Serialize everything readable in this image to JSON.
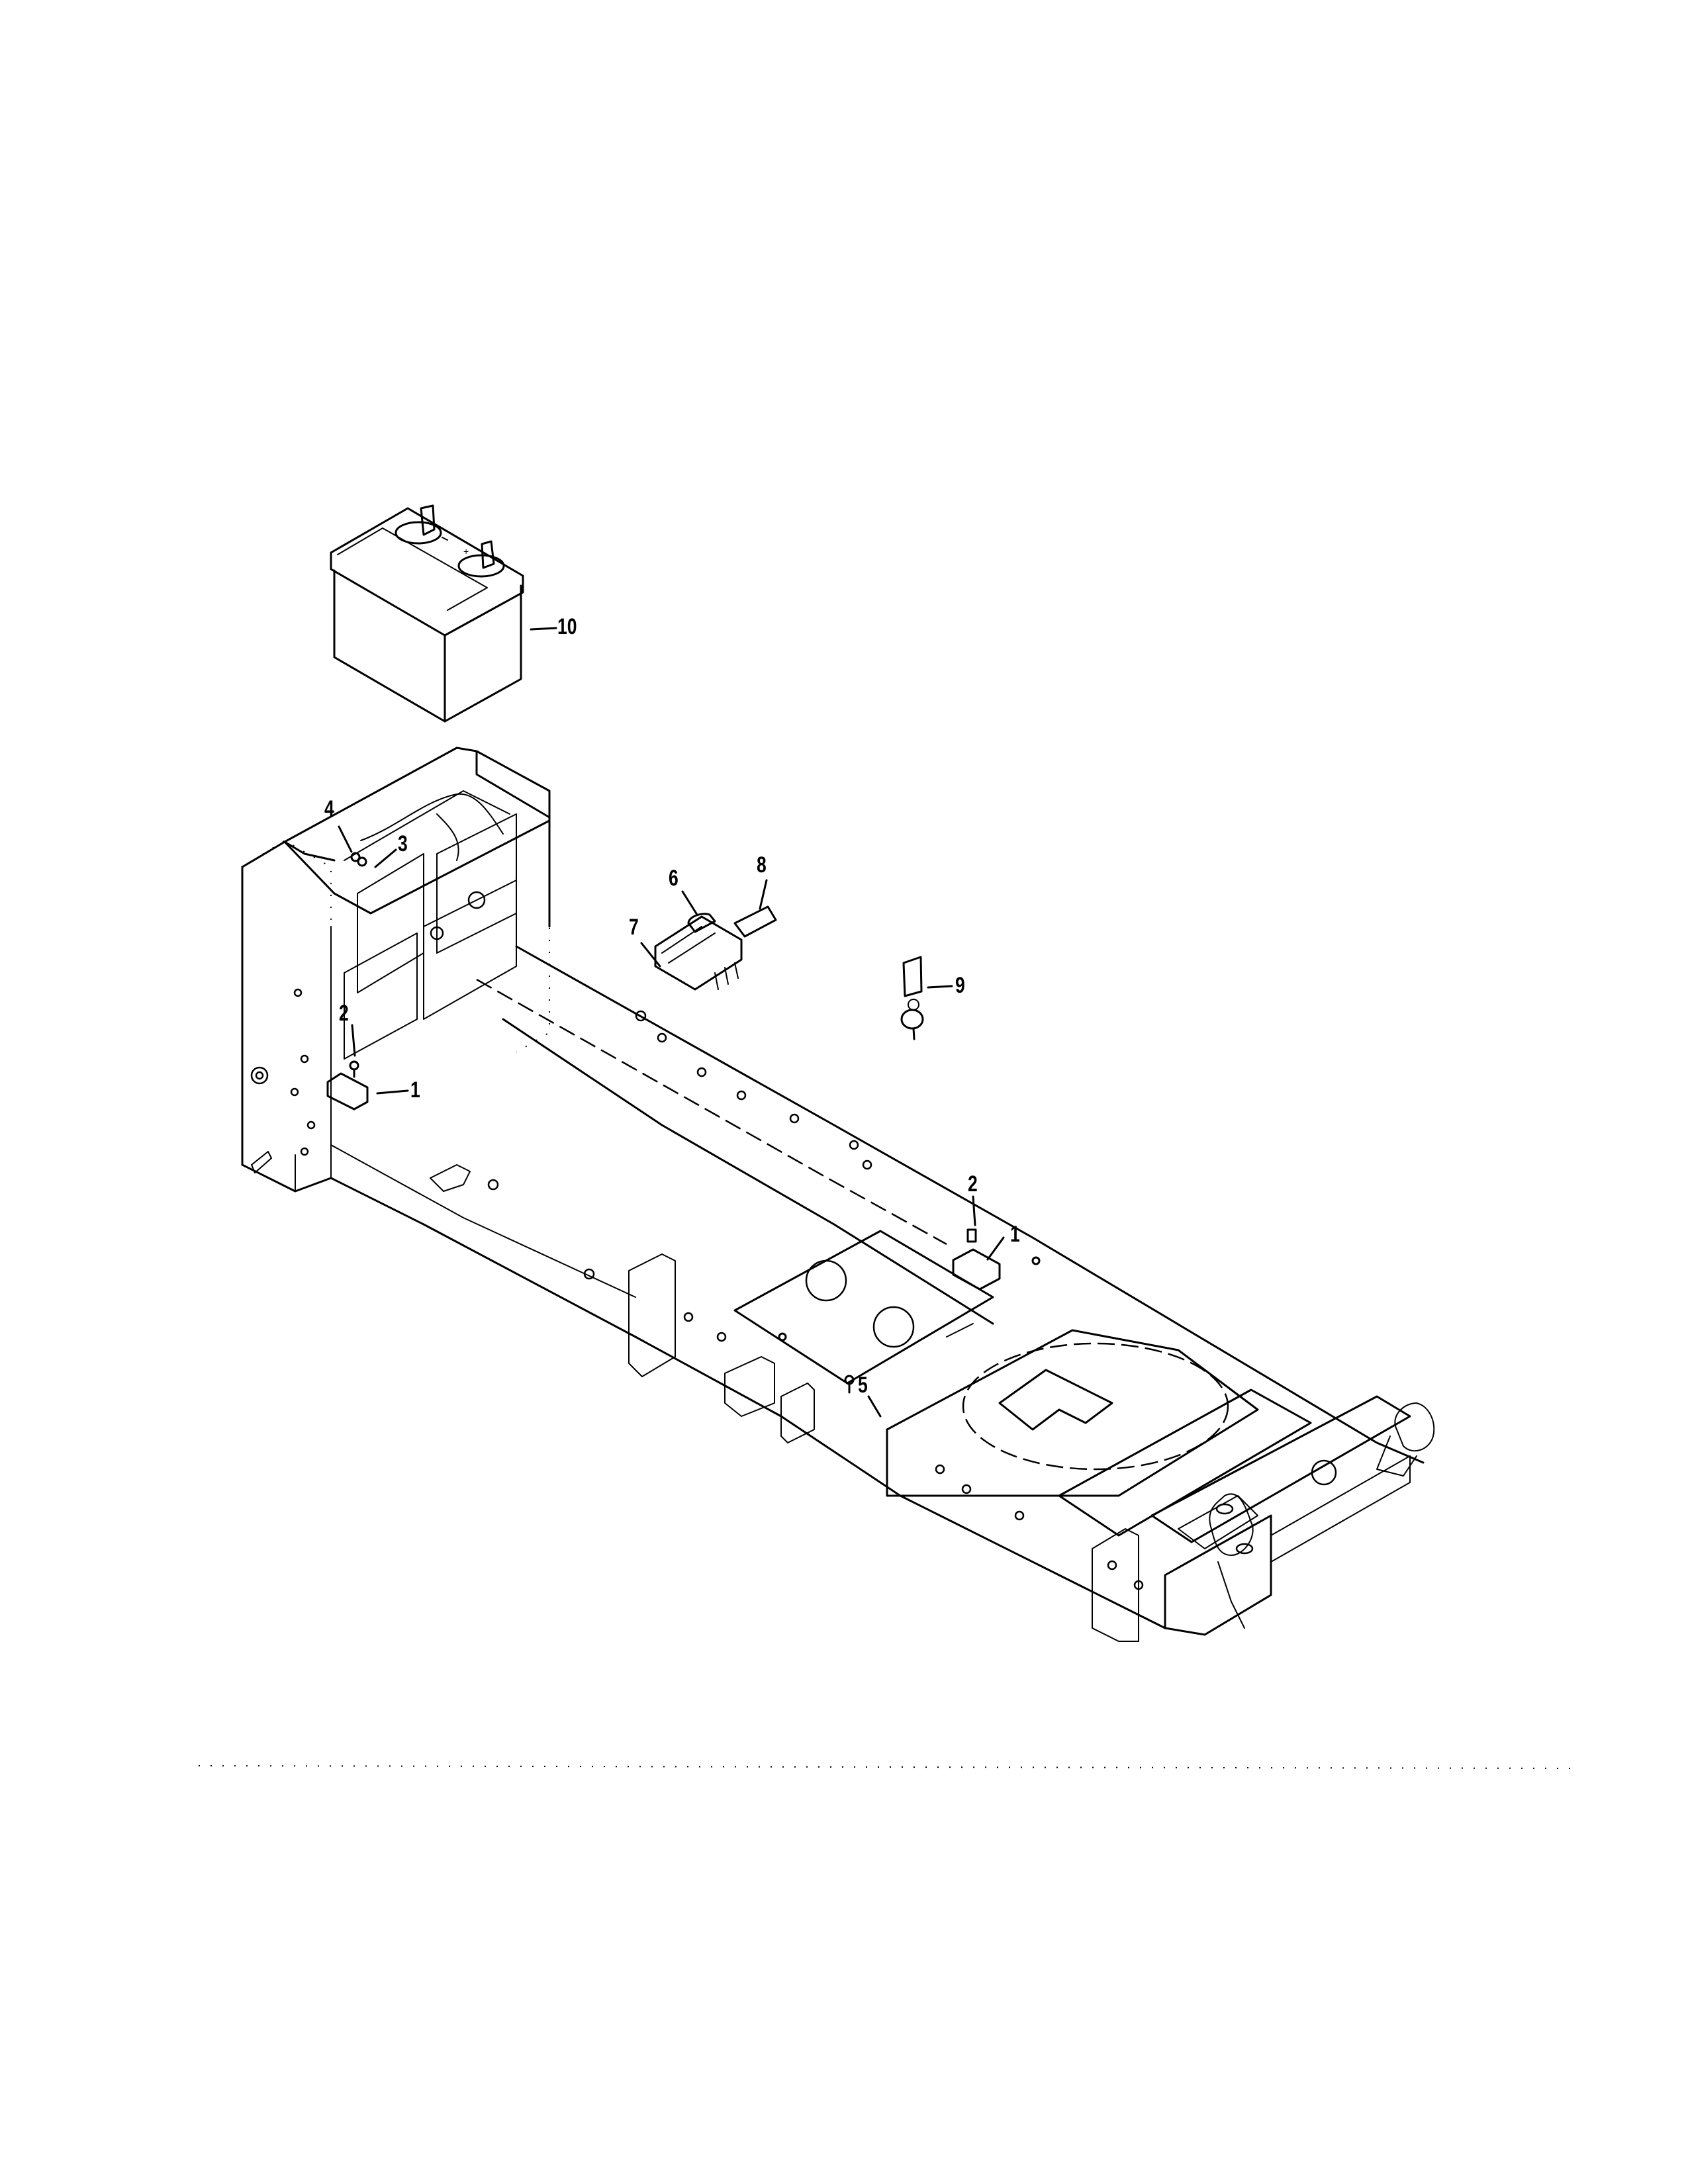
{
  "diagram": {
    "title_visible": false,
    "subject": "lawn tractor chassis frame with battery and ignition components (exploded parts view)",
    "background_color": "#ffffff",
    "line_color": "#000000"
  },
  "callouts": [
    {
      "id": "c10",
      "label": "10",
      "part": "battery"
    },
    {
      "id": "c4",
      "label": "4",
      "part": "bolt"
    },
    {
      "id": "c3",
      "label": "3",
      "part": "nut"
    },
    {
      "id": "c6",
      "label": "6",
      "part": "ignition-switch-knob"
    },
    {
      "id": "c8",
      "label": "8",
      "part": "switch-connector"
    },
    {
      "id": "c7",
      "label": "7",
      "part": "ignition-switch"
    },
    {
      "id": "c9",
      "label": "9",
      "part": "key-with-tag"
    },
    {
      "id": "c2a",
      "label": "2",
      "part": "screw-left"
    },
    {
      "id": "c1a",
      "label": "1",
      "part": "switch-left"
    },
    {
      "id": "c2b",
      "label": "2",
      "part": "screw-right"
    },
    {
      "id": "c1b",
      "label": "1",
      "part": "switch-right"
    },
    {
      "id": "c5",
      "label": "5",
      "part": "bolt-frame"
    }
  ]
}
